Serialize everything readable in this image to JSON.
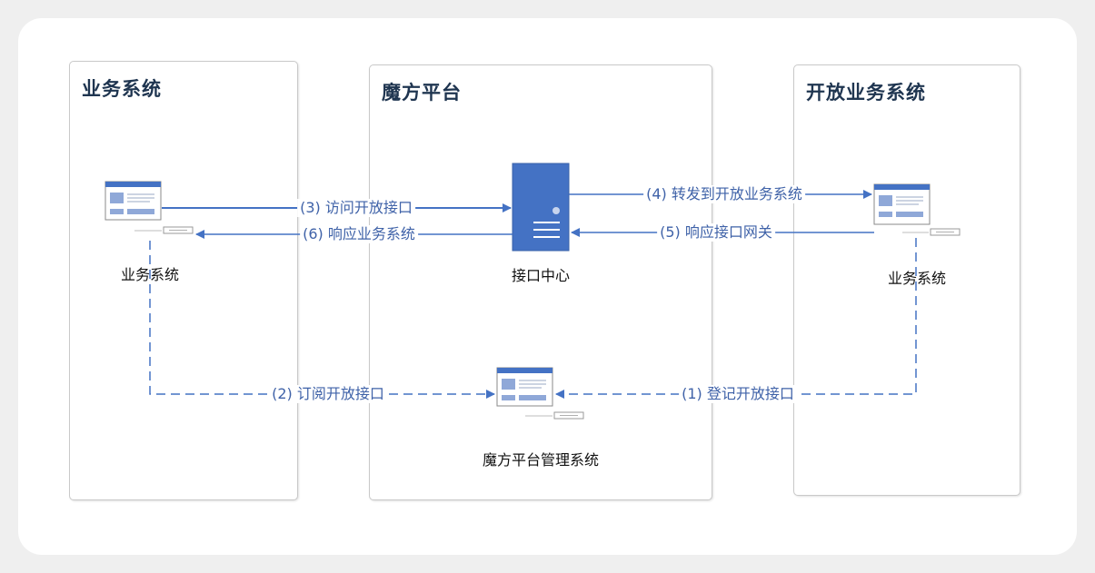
{
  "colors": {
    "arrow": "#4472c4",
    "text_dark": "#1f3550",
    "edge_label": "#3f62a8",
    "server_fill": "#4472c4"
  },
  "panels": {
    "left": {
      "title": "业务系统"
    },
    "middle": {
      "title": "魔方平台"
    },
    "right": {
      "title": "开放业务系统"
    }
  },
  "nodes": {
    "left_system": {
      "label": "业务系统",
      "icon": "web-app-icon"
    },
    "interface_center": {
      "label": "接口中心",
      "icon": "server-icon"
    },
    "right_system": {
      "label": "业务系统",
      "icon": "web-app-icon"
    },
    "mgmt_system": {
      "label": "魔方平台管理系统",
      "icon": "web-app-icon"
    }
  },
  "edges": {
    "e3": {
      "label": "(3) 访问开放接口",
      "style": "solid"
    },
    "e6": {
      "label": "(6) 响应业务系统",
      "style": "solid"
    },
    "e4": {
      "label": "(4) 转发到开放业务系统",
      "style": "solid"
    },
    "e5": {
      "label": "(5) 响应接口网关",
      "style": "solid"
    },
    "e2": {
      "label": "(2) 订阅开放接口",
      "style": "dashed"
    },
    "e1": {
      "label": "(1) 登记开放接口",
      "style": "dashed"
    }
  }
}
